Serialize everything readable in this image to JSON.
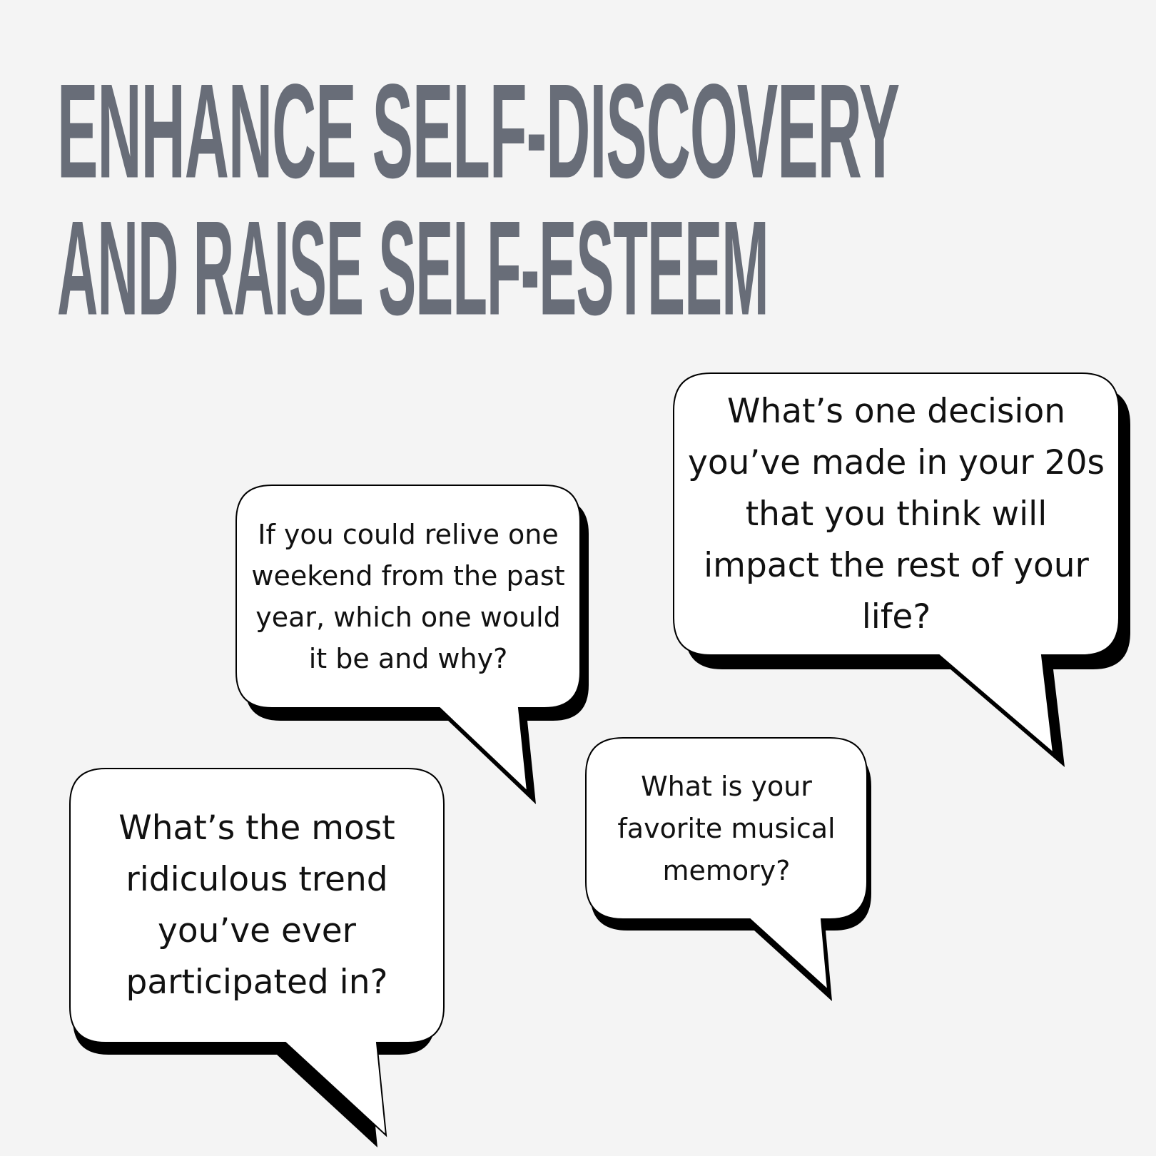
{
  "headline": {
    "line1": "ENHANCE SELF-DISCOVERY",
    "line2": "AND RAISE SELF-ESTEEM"
  },
  "bubbles": {
    "decision": "What’s one decision you’ve made in your 20s that you think will impact the rest of your life?",
    "weekend": "If you could relive one weekend from the past year, which one would it be and why?",
    "musical": "What is your favorite musical memory?",
    "trend": "What’s the most ridiculous trend you’ve ever participated in?"
  },
  "colors": {
    "background": "#f4f4f4",
    "headline": "#686d78",
    "bubble_fill": "#ffffff",
    "bubble_shadow": "#000000"
  }
}
